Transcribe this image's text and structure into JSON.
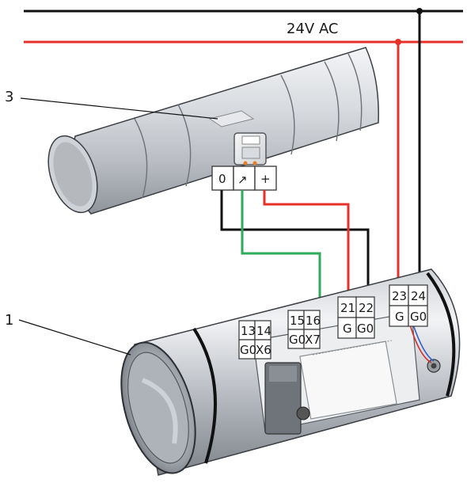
{
  "supply": {
    "label": "24V AC",
    "line_color": "#e8302a",
    "neutral_color": "#111111"
  },
  "callouts": {
    "sensor": "3",
    "damper": "1"
  },
  "sensor_terminals": [
    "0",
    "↗",
    "+"
  ],
  "damper_terminals": {
    "group_a": {
      "top": [
        "13",
        "14"
      ],
      "bottom": [
        "G0",
        "X6"
      ]
    },
    "group_b": {
      "top": [
        "15",
        "16"
      ],
      "bottom": [
        "G0",
        "X7"
      ]
    },
    "group_c": {
      "top": [
        "21",
        "22"
      ],
      "bottom": [
        "G",
        "G0"
      ]
    },
    "group_d": {
      "top": [
        "23",
        "24"
      ],
      "bottom": [
        "G",
        "G0"
      ]
    }
  },
  "wire_colors": {
    "red": "#e8302a",
    "black": "#111111",
    "green": "#2eaa5a"
  }
}
